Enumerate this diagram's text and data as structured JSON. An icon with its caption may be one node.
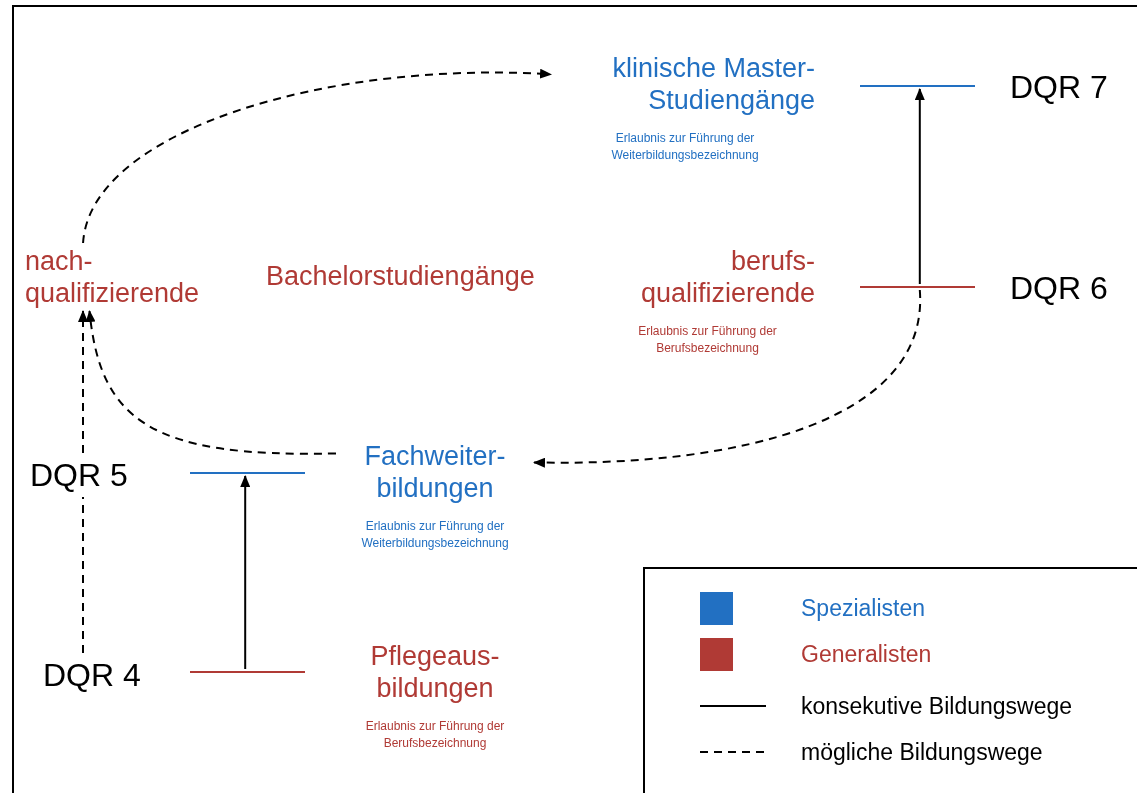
{
  "diagram": {
    "nodes": [
      {
        "text": [
          "klinische Master- Studiengänge",
          "Erlaubnis zur Führung der Weiterbildungsbezeichnung"
        ]
      },
      {
        "text": [],
        "shape": "bar"
      },
      {
        "text": [
          "DQR 7"
        ]
      },
      {
        "text": [
          "nach- qualifizierende"
        ]
      },
      {
        "text": [
          "Bachelorstudiengänge"
        ]
      },
      {
        "text": [
          "berufs- qualifizierende",
          "Erlaubnis zur Führung der Berufsbezeichnung"
        ]
      },
      {
        "text": [],
        "shape": "bar"
      },
      {
        "text": [
          "DQR 6"
        ]
      },
      {
        "text": [
          "DQR 5"
        ]
      },
      {
        "text": [],
        "shape": "bar"
      },
      {
        "text": [
          "Fachweiter- bildungen",
          "Erlaubnis zur Führung der Weiterbildungsbezeichnung"
        ]
      },
      {
        "text": [
          "DQR 4"
        ]
      },
      {
        "text": [],
        "shape": "bar"
      },
      {
        "text": [
          "Pflegeaus- bildungen",
          "Erlaubnis zur Führung der Berufsbezeichnung"
        ]
      }
    ],
    "edges": [
      {
        "from": 3,
        "to": 0,
        "arrow": "to",
        "style": "dashed"
      },
      {
        "from": 6,
        "to": 1,
        "arrow": "to"
      },
      {
        "from": 6,
        "to": 10,
        "arrow": "to",
        "style": "dashed"
      },
      {
        "from": 10,
        "to": 3,
        "arrow": "to",
        "style": "dashed"
      },
      {
        "from": 8,
        "to": 3,
        "arrow": "to",
        "style": "dashed"
      },
      {
        "from": 11,
        "to": 8,
        "arrow": "none",
        "style": "dashed"
      },
      {
        "from": 12,
        "to": 9,
        "arrow": "to"
      }
    ],
    "legend": [
      {
        "text": "Spezialisten",
        "color": "#2270c2"
      },
      {
        "text": "Generalisten",
        "color": "#b03a35"
      },
      {
        "text": "konsekutive Bildungswege"
      },
      {
        "text": "mögliche Bildungswege"
      }
    ]
  }
}
